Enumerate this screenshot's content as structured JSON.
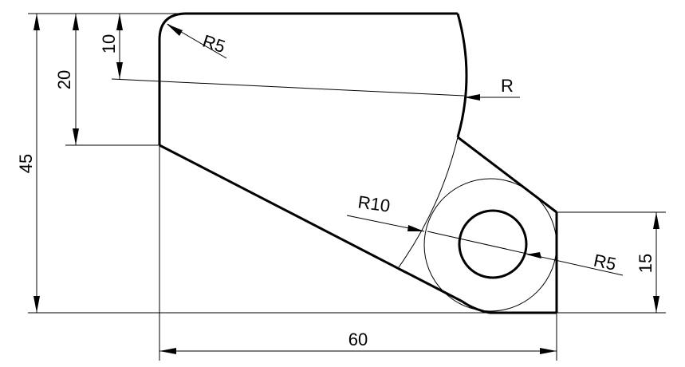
{
  "dimensions": {
    "overall_height": "45",
    "upper_height": "20",
    "top_offset": "10",
    "corner_radius": "R5",
    "arc_radius": "R",
    "large_radius": "R10",
    "hole_radius": "R5",
    "right_height": "15",
    "overall_width": "60"
  }
}
